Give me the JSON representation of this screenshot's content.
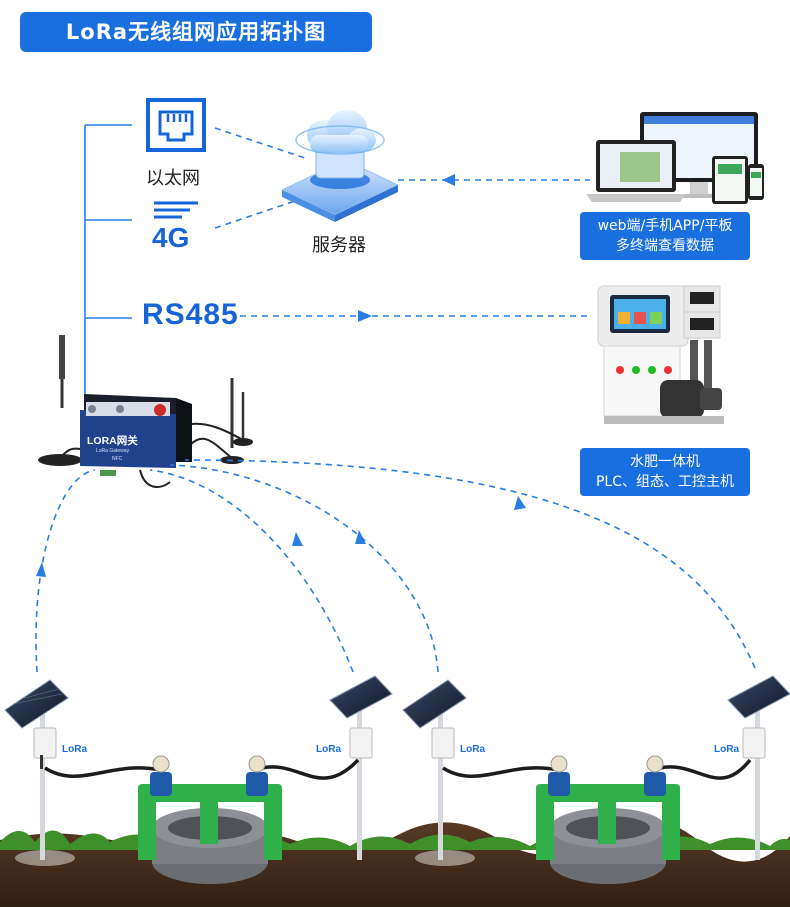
{
  "title": "LoRa无线组网应用拓扑图",
  "uplinks": {
    "ethernet_label": "以太网",
    "cellular_label": "4G",
    "server_label": "服务器",
    "rs485_label": "RS485"
  },
  "terminals": {
    "web_box": [
      "web端/手机APP/平板",
      "多终端查看数据"
    ],
    "plc_box": [
      "水肥一体机",
      "PLC、组态、工控主机"
    ]
  },
  "gateway": {
    "label": "LORA网关",
    "sublabel": "LoRa Gateway",
    "nfc": "NFC"
  },
  "nodes": {
    "lora_tag": "LoRa"
  },
  "colors": {
    "accent": "#1a6fe0",
    "line": "#2a7de1",
    "soil": "#4a3322",
    "grass": "#3f8f2a",
    "pipe": "#2fb04a"
  },
  "icons": [
    "ethernet-port-icon",
    "cellular-4g-icon",
    "cloud-server-icon",
    "lora-gateway-icon",
    "solar-panel-icon",
    "lora-node-icon",
    "water-meter-icon"
  ]
}
